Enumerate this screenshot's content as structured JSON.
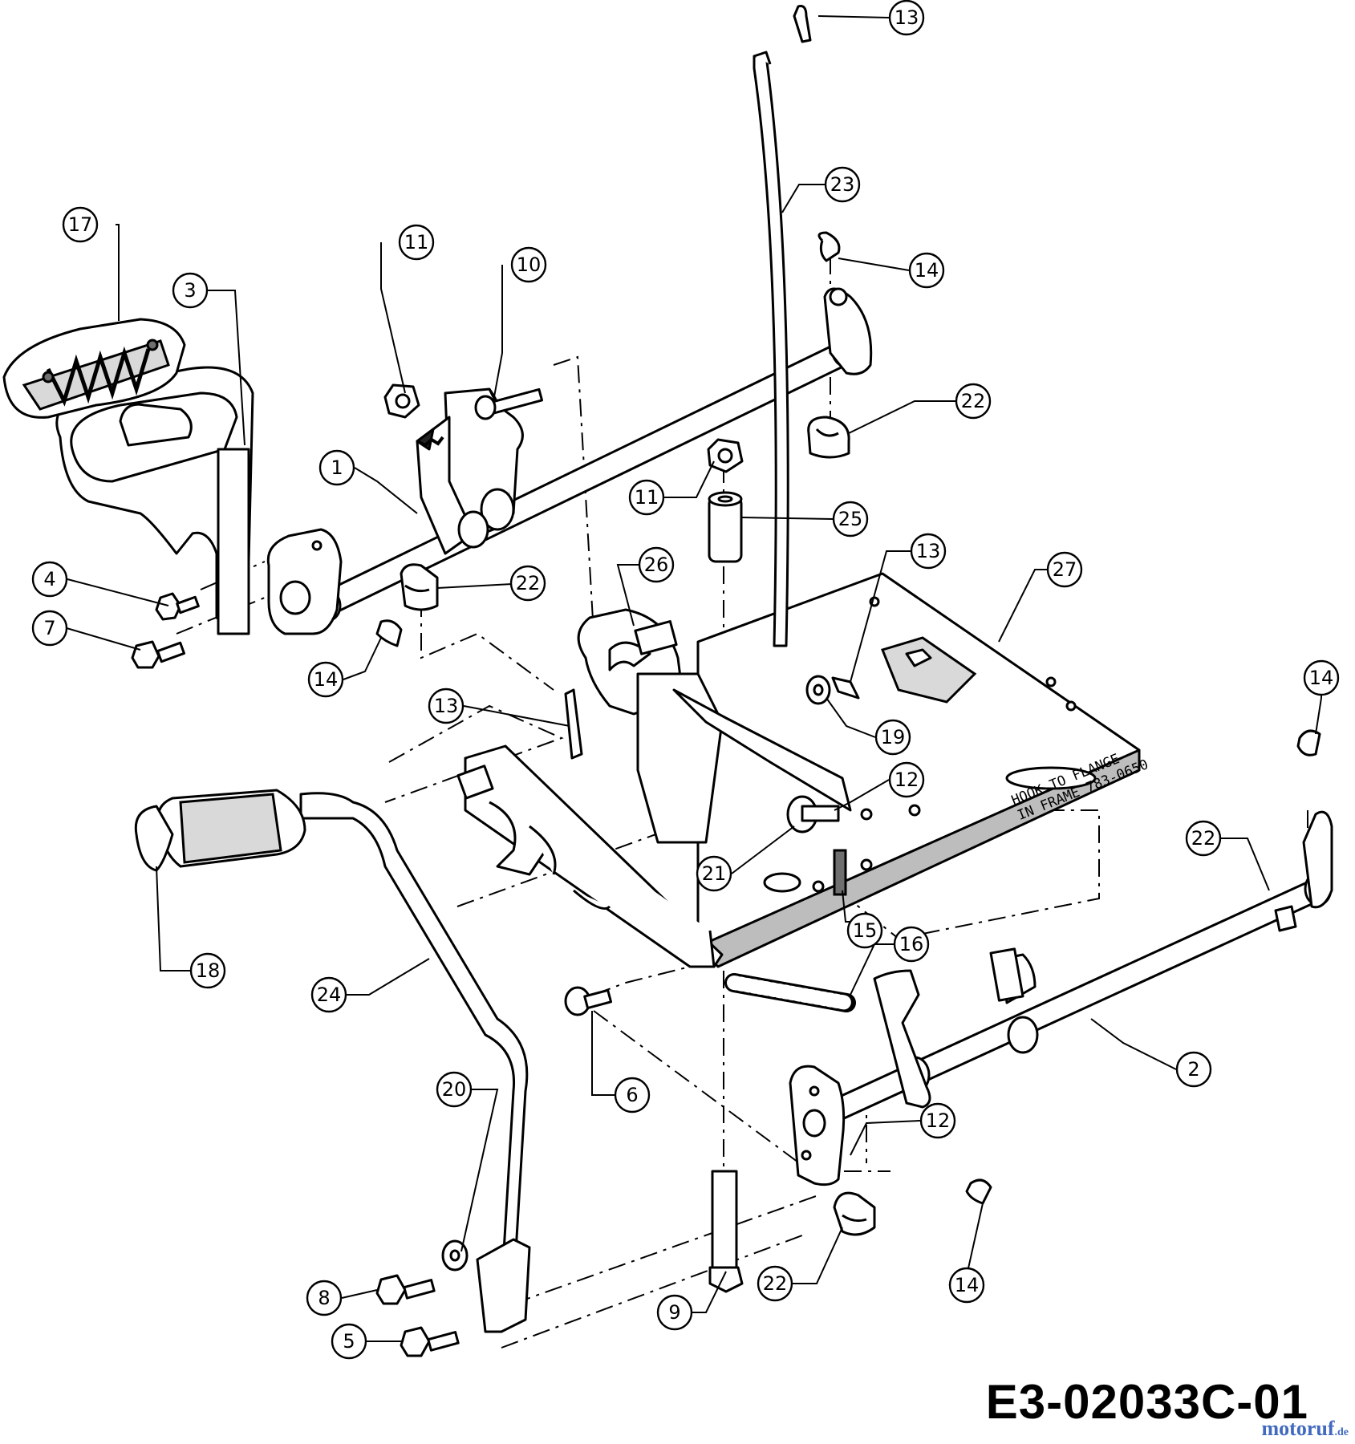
{
  "diagram": {
    "drawing_id": "E3-02033C-01",
    "note_line1": "HOOK TO FLANGE",
    "note_line2": "IN FRAME 783-0650",
    "watermark": "motoruf",
    "watermark_suffix": ".de",
    "callouts": [
      {
        "label": "1"
      },
      {
        "label": "2"
      },
      {
        "label": "3"
      },
      {
        "label": "4"
      },
      {
        "label": "5"
      },
      {
        "label": "6"
      },
      {
        "label": "7"
      },
      {
        "label": "8"
      },
      {
        "label": "9"
      },
      {
        "label": "10"
      },
      {
        "label": "11"
      },
      {
        "label": "11"
      },
      {
        "label": "12"
      },
      {
        "label": "12"
      },
      {
        "label": "13"
      },
      {
        "label": "13"
      },
      {
        "label": "13"
      },
      {
        "label": "14"
      },
      {
        "label": "14"
      },
      {
        "label": "14"
      },
      {
        "label": "14"
      },
      {
        "label": "15"
      },
      {
        "label": "16"
      },
      {
        "label": "17"
      },
      {
        "label": "18"
      },
      {
        "label": "19"
      },
      {
        "label": "20"
      },
      {
        "label": "21"
      },
      {
        "label": "22"
      },
      {
        "label": "22"
      },
      {
        "label": "22"
      },
      {
        "label": "22"
      },
      {
        "label": "23"
      },
      {
        "label": "24"
      },
      {
        "label": "25"
      },
      {
        "label": "26"
      },
      {
        "label": "27"
      }
    ]
  }
}
